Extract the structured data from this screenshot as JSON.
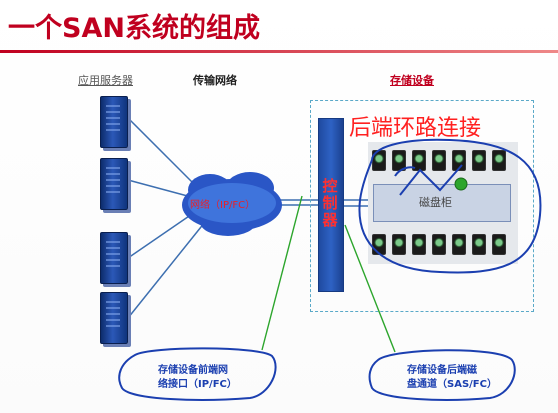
{
  "title": "一个SAN系统的组成",
  "columns": {
    "servers": "应用服务器",
    "network": "传输网络",
    "storage": "存储设备"
  },
  "network_label": "网络（IP/FC）",
  "controller_label": "控制器",
  "enclosure_label": "磁盘柜",
  "annotation_backend_loop": "后端环路连接",
  "callouts": {
    "front_line1": "存储设备前端网",
    "front_line2": "络接口（IP/FC）",
    "back_line1": "存储设备后端磁",
    "back_line2": "盘通道（SAS/FC）"
  },
  "colors": {
    "title": "#c0001f",
    "annotation_ink": "#1b3fb0",
    "link": "#3d6fb0",
    "cloud": "#2a56c6",
    "controller": "#2e62c4",
    "green_pointer": "#2ca52c"
  }
}
